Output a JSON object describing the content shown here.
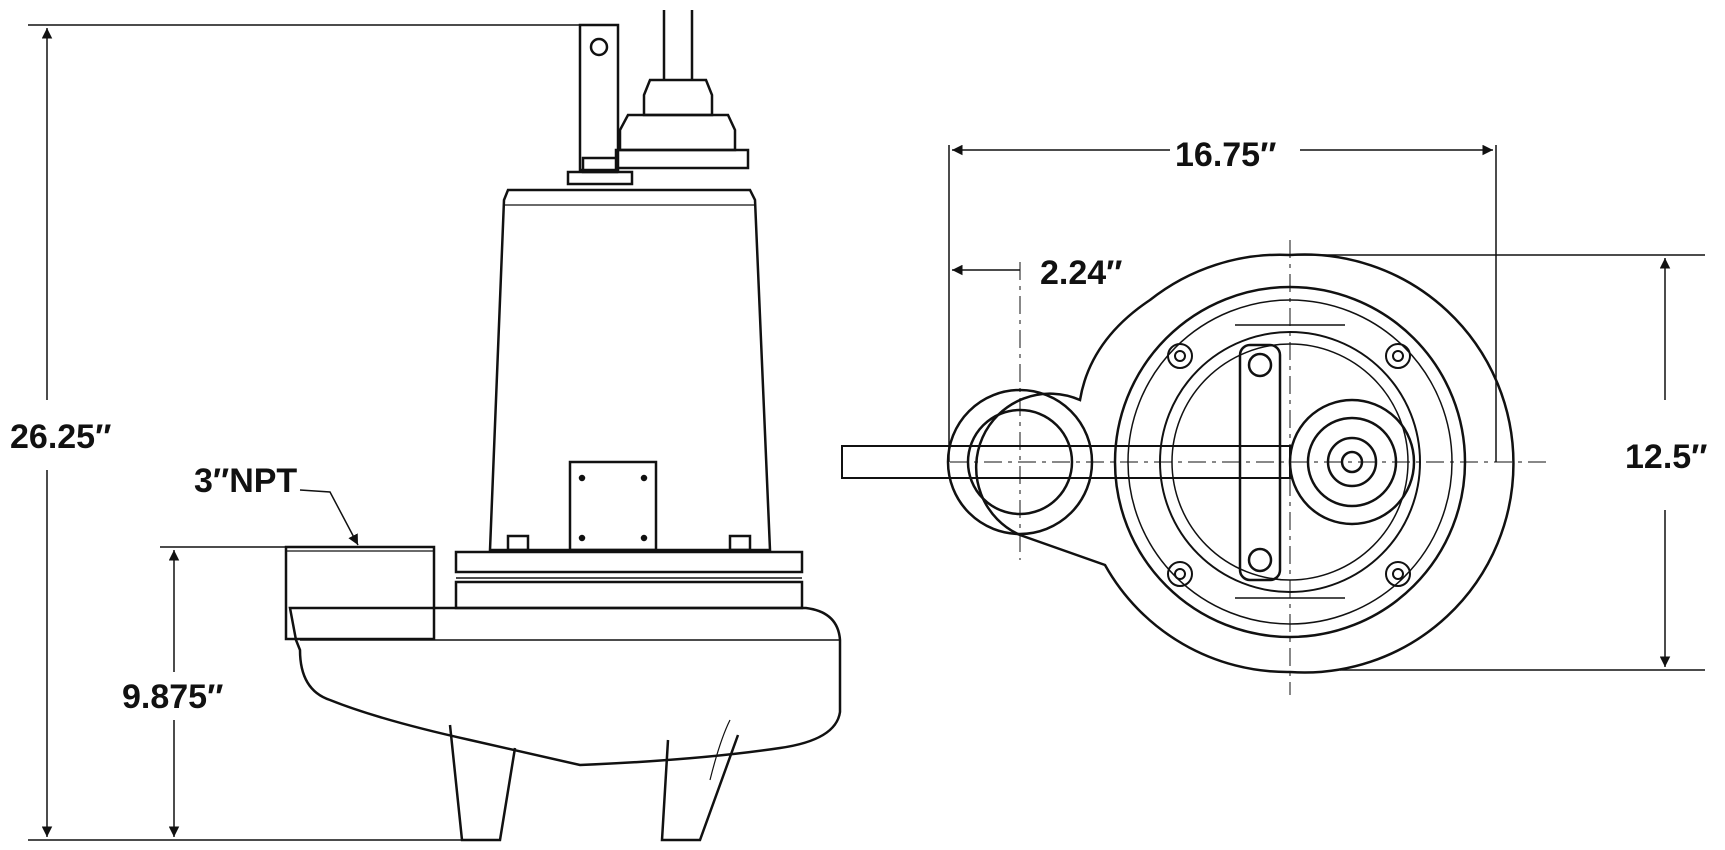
{
  "dimensions": {
    "overall_height": "26.25″",
    "discharge_height": "9.875″",
    "discharge_size": "3″NPT",
    "overall_width": "16.75″",
    "discharge_offset": "2.24″",
    "body_diameter": "12.5″"
  },
  "colors": {
    "line": "#111111",
    "background": "#ffffff"
  }
}
